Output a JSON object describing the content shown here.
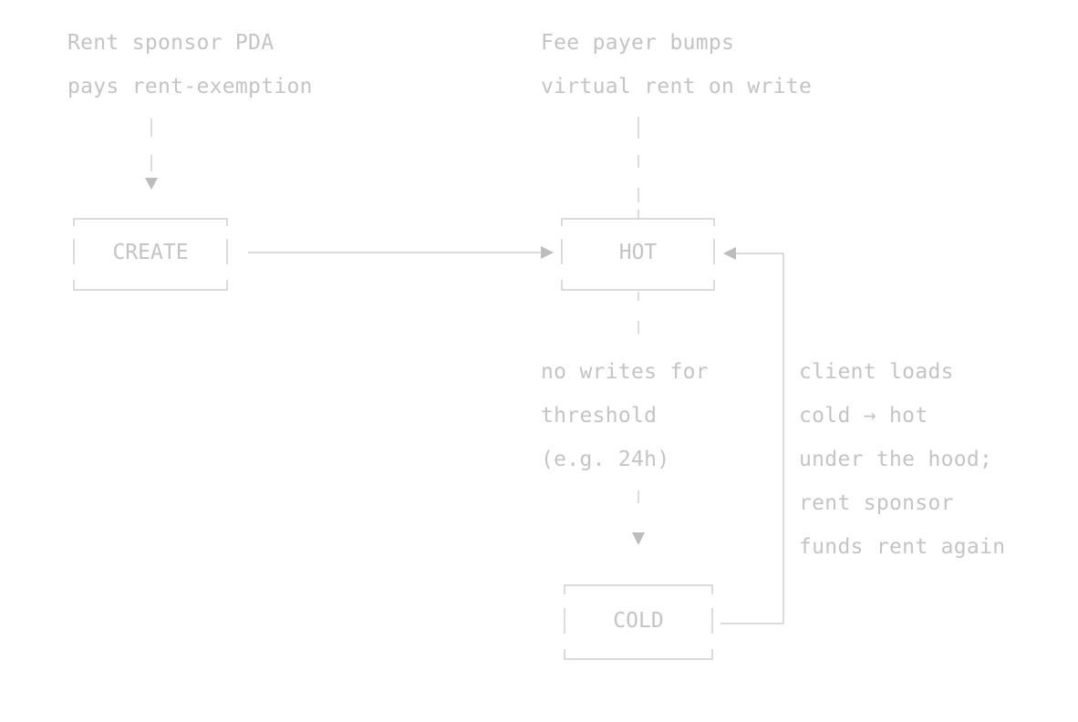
{
  "nodes": {
    "create": "CREATE",
    "hot": "HOT",
    "cold": "COLD"
  },
  "notes": {
    "create_note": [
      "Rent sponsor PDA",
      "pays rent-exemption"
    ],
    "hot_note": [
      "Fee payer bumps",
      "virtual rent on write"
    ],
    "cold_transition": [
      "no writes for",
      "threshold",
      "(e.g. 24h)"
    ],
    "reload_note": [
      "client loads",
      "cold → hot",
      "under the hood;",
      "rent sponsor",
      "funds rent again"
    ]
  }
}
